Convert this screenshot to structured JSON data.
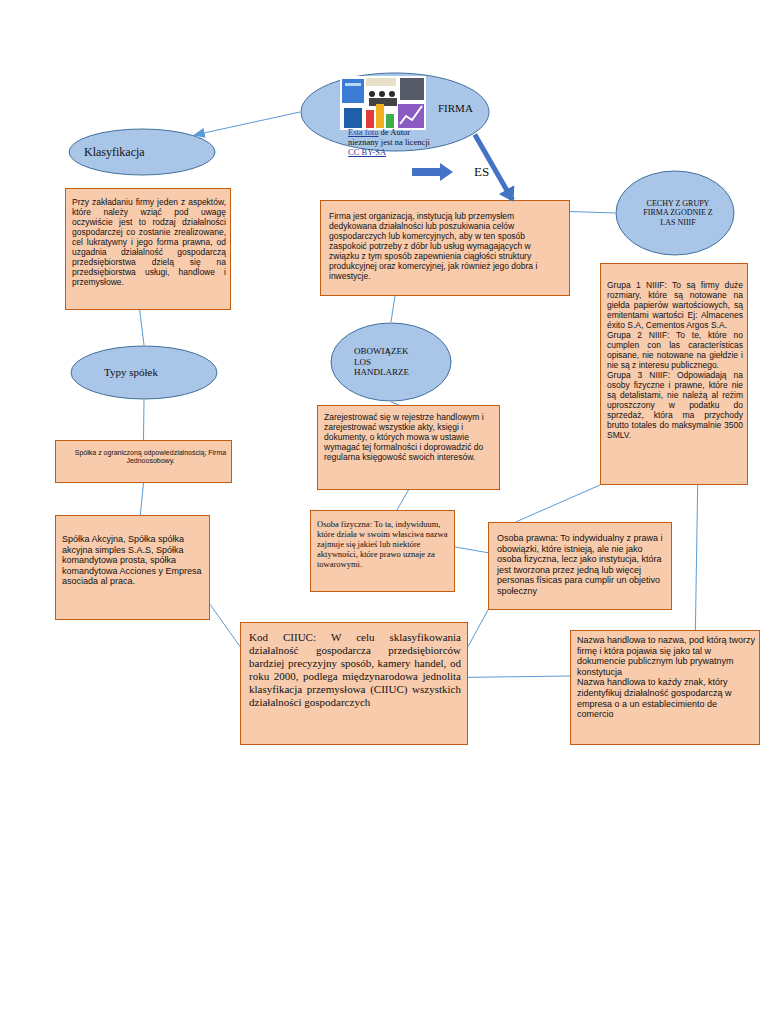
{
  "diagram": {
    "nodes": [
      {
        "text": [
          "FIRMA"
        ]
      },
      {
        "text": [
          "Klasyfikacja"
        ]
      },
      {
        "text": [
          "Przy zakładaniu firmy jeden z aspektów, które należy wziąć pod uwagę oczywiście jest to rodzaj działalności gospodarczej co zostanie zrealizowane, cel lukratywny i jego forma prawna, od uzgadnia działalność gospodarczą przedsiębiorstwa dzielą się na przedsiębiorstwa usługi, handlowe i przemysłowe."
        ]
      },
      {
        "text": [
          "Firma jest organizacją, instytucją lub przemysłem dedykowana działalności lub poszukiwania celów gospodarczych lub komercyjnych, aby w ten sposób zaspokoić potrzeby z dóbr lub usług wymagających w związku z tym sposób zapewnienia ciągłości struktury produkcyjnej oraz komercyjnej, jak również jego dobra i inwestycje."
        ]
      },
      {
        "text": [
          "CECHY Z GRUPY FIRMA ZGODNIE Z LAS NIIIF"
        ]
      },
      {
        "text": [
          "Grupa 1 NIIIF: To są firmy duże rozmiary, które są notowane na giełda papierów wartościowych, są emitentami wartości Ej: Almacenes éxito S.A, Cementos Argos S.A.",
          "Grupa 2 NIIIF: To te, które no cumplen con las características opisane, nie notowane na giełdzie i nie są z interesu publicznego.",
          "Grupa 3 NIIIF: Odpowiadają na osoby fizyczne i prawne, które nie są detalistami, nie należą al reżim uproszczony w podatku do sprzedaż, która ma przychody brutto totales do maksymalnie 3500 SMLV."
        ]
      },
      {
        "text": [
          "Typy spółek"
        ]
      },
      {
        "text": [
          "OBOWIĄZEK LOS HANDLARZE"
        ]
      },
      {
        "text": [
          "Spółka z ograniczoną odpowiedzialnością; Firma Jednoosobowy."
        ]
      },
      {
        "text": [
          "Zarejestrować się w rejestrze handlowym i zarejestrować wszystkie akty, księgi i dokumenty, o których mowa w ustawie wymagać tej formalności i doprowadzić do regularna księgowość swoich interesów."
        ]
      },
      {
        "text": [
          "Osoba fizyczna: To ta, indywiduum, które działa w swoim własciwa nazwa zajmuje się jakieś lub niektóre aktywności, które prawo uznaje za towarowymi."
        ]
      },
      {
        "text": [
          "Osoba prawna: To indywidualny z prawa i obowiązki, które istnieją, ale nie jako osoba fizyczna, lecz jako instytucja, która jest tworzona przez jedną lub więcej personas físicas para cumplir un objetivo społeczny"
        ]
      },
      {
        "text": [
          "Spółka Akcyjna, Spółka spółka akcyjna simples S.A.S, Spółka komandytowa prosta, spółka komandytowa Acciones y Empresa asociada al praca."
        ]
      },
      {
        "text": [
          "Kod CIIUC: W celu sklasyfikowania działalność gospodarcza przedsiębiorców bardziej precyzyjny sposób, kamery handel, od roku 2000, podlega międzynarodowa jednolita klasyfikacja przemysłowa (CIIUC) wszystkich działalności gospodarczych"
        ]
      },
      {
        "text": [
          "Nazwa handlowa to nazwa, pod którą tworzy firmę i która pojawia się jako tal w dokumencie publicznym lub prywatnym konstytucja",
          "Nazwa handlowa to każdy znak, który zidentyfikuj działalność gospodarczą w empresa o a un establecimiento de comercio"
        ]
      }
    ],
    "edges": [
      {
        "from": 0,
        "to": 1,
        "arrow": "to"
      },
      {
        "from": 0,
        "to": 3,
        "arrow": "to"
      },
      {
        "from": 3,
        "to": 4,
        "arrow": "none"
      },
      {
        "from": 2,
        "to": 6,
        "arrow": "none"
      },
      {
        "from": 6,
        "to": 8,
        "arrow": "none"
      },
      {
        "from": 8,
        "to": 12,
        "arrow": "none"
      },
      {
        "from": 3,
        "to": 7,
        "arrow": "none"
      },
      {
        "from": 7,
        "to": 9,
        "arrow": "none"
      },
      {
        "from": 9,
        "to": 10,
        "arrow": "none"
      },
      {
        "from": 5,
        "to": 11,
        "arrow": "none"
      },
      {
        "from": 10,
        "to": 11,
        "arrow": "none"
      },
      {
        "from": 12,
        "to": 13,
        "arrow": "none"
      },
      {
        "from": 11,
        "to": 13,
        "arrow": "none"
      },
      {
        "from": 13,
        "to": 14,
        "arrow": "none"
      },
      {
        "from": 5,
        "to": 14,
        "arrow": "none"
      }
    ],
    "labels": [
      "Esta foto",
      "de Autor nieznany jest na licencji",
      "CC BY-SA",
      "ES"
    ]
  }
}
